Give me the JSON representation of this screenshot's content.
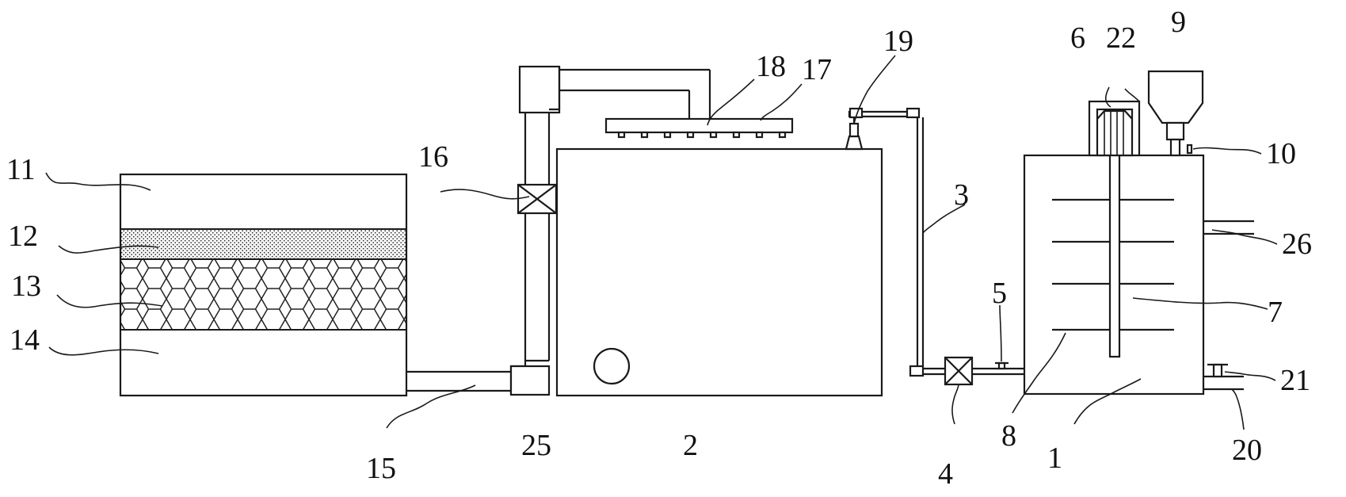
{
  "diagram": {
    "labels": {
      "l1": "1",
      "l2": "2",
      "l3": "3",
      "l4": "4",
      "l5": "5",
      "l6": "6",
      "l7": "7",
      "l8": "8",
      "l9": "9",
      "l10": "10",
      "l11": "11",
      "l12": "12",
      "l13": "13",
      "l14": "14",
      "l15": "15",
      "l16": "16",
      "l17": "17",
      "l18": "18",
      "l19": "19",
      "l20": "20",
      "l21": "21",
      "l22": "22",
      "l25": "25",
      "l26": "26"
    }
  }
}
